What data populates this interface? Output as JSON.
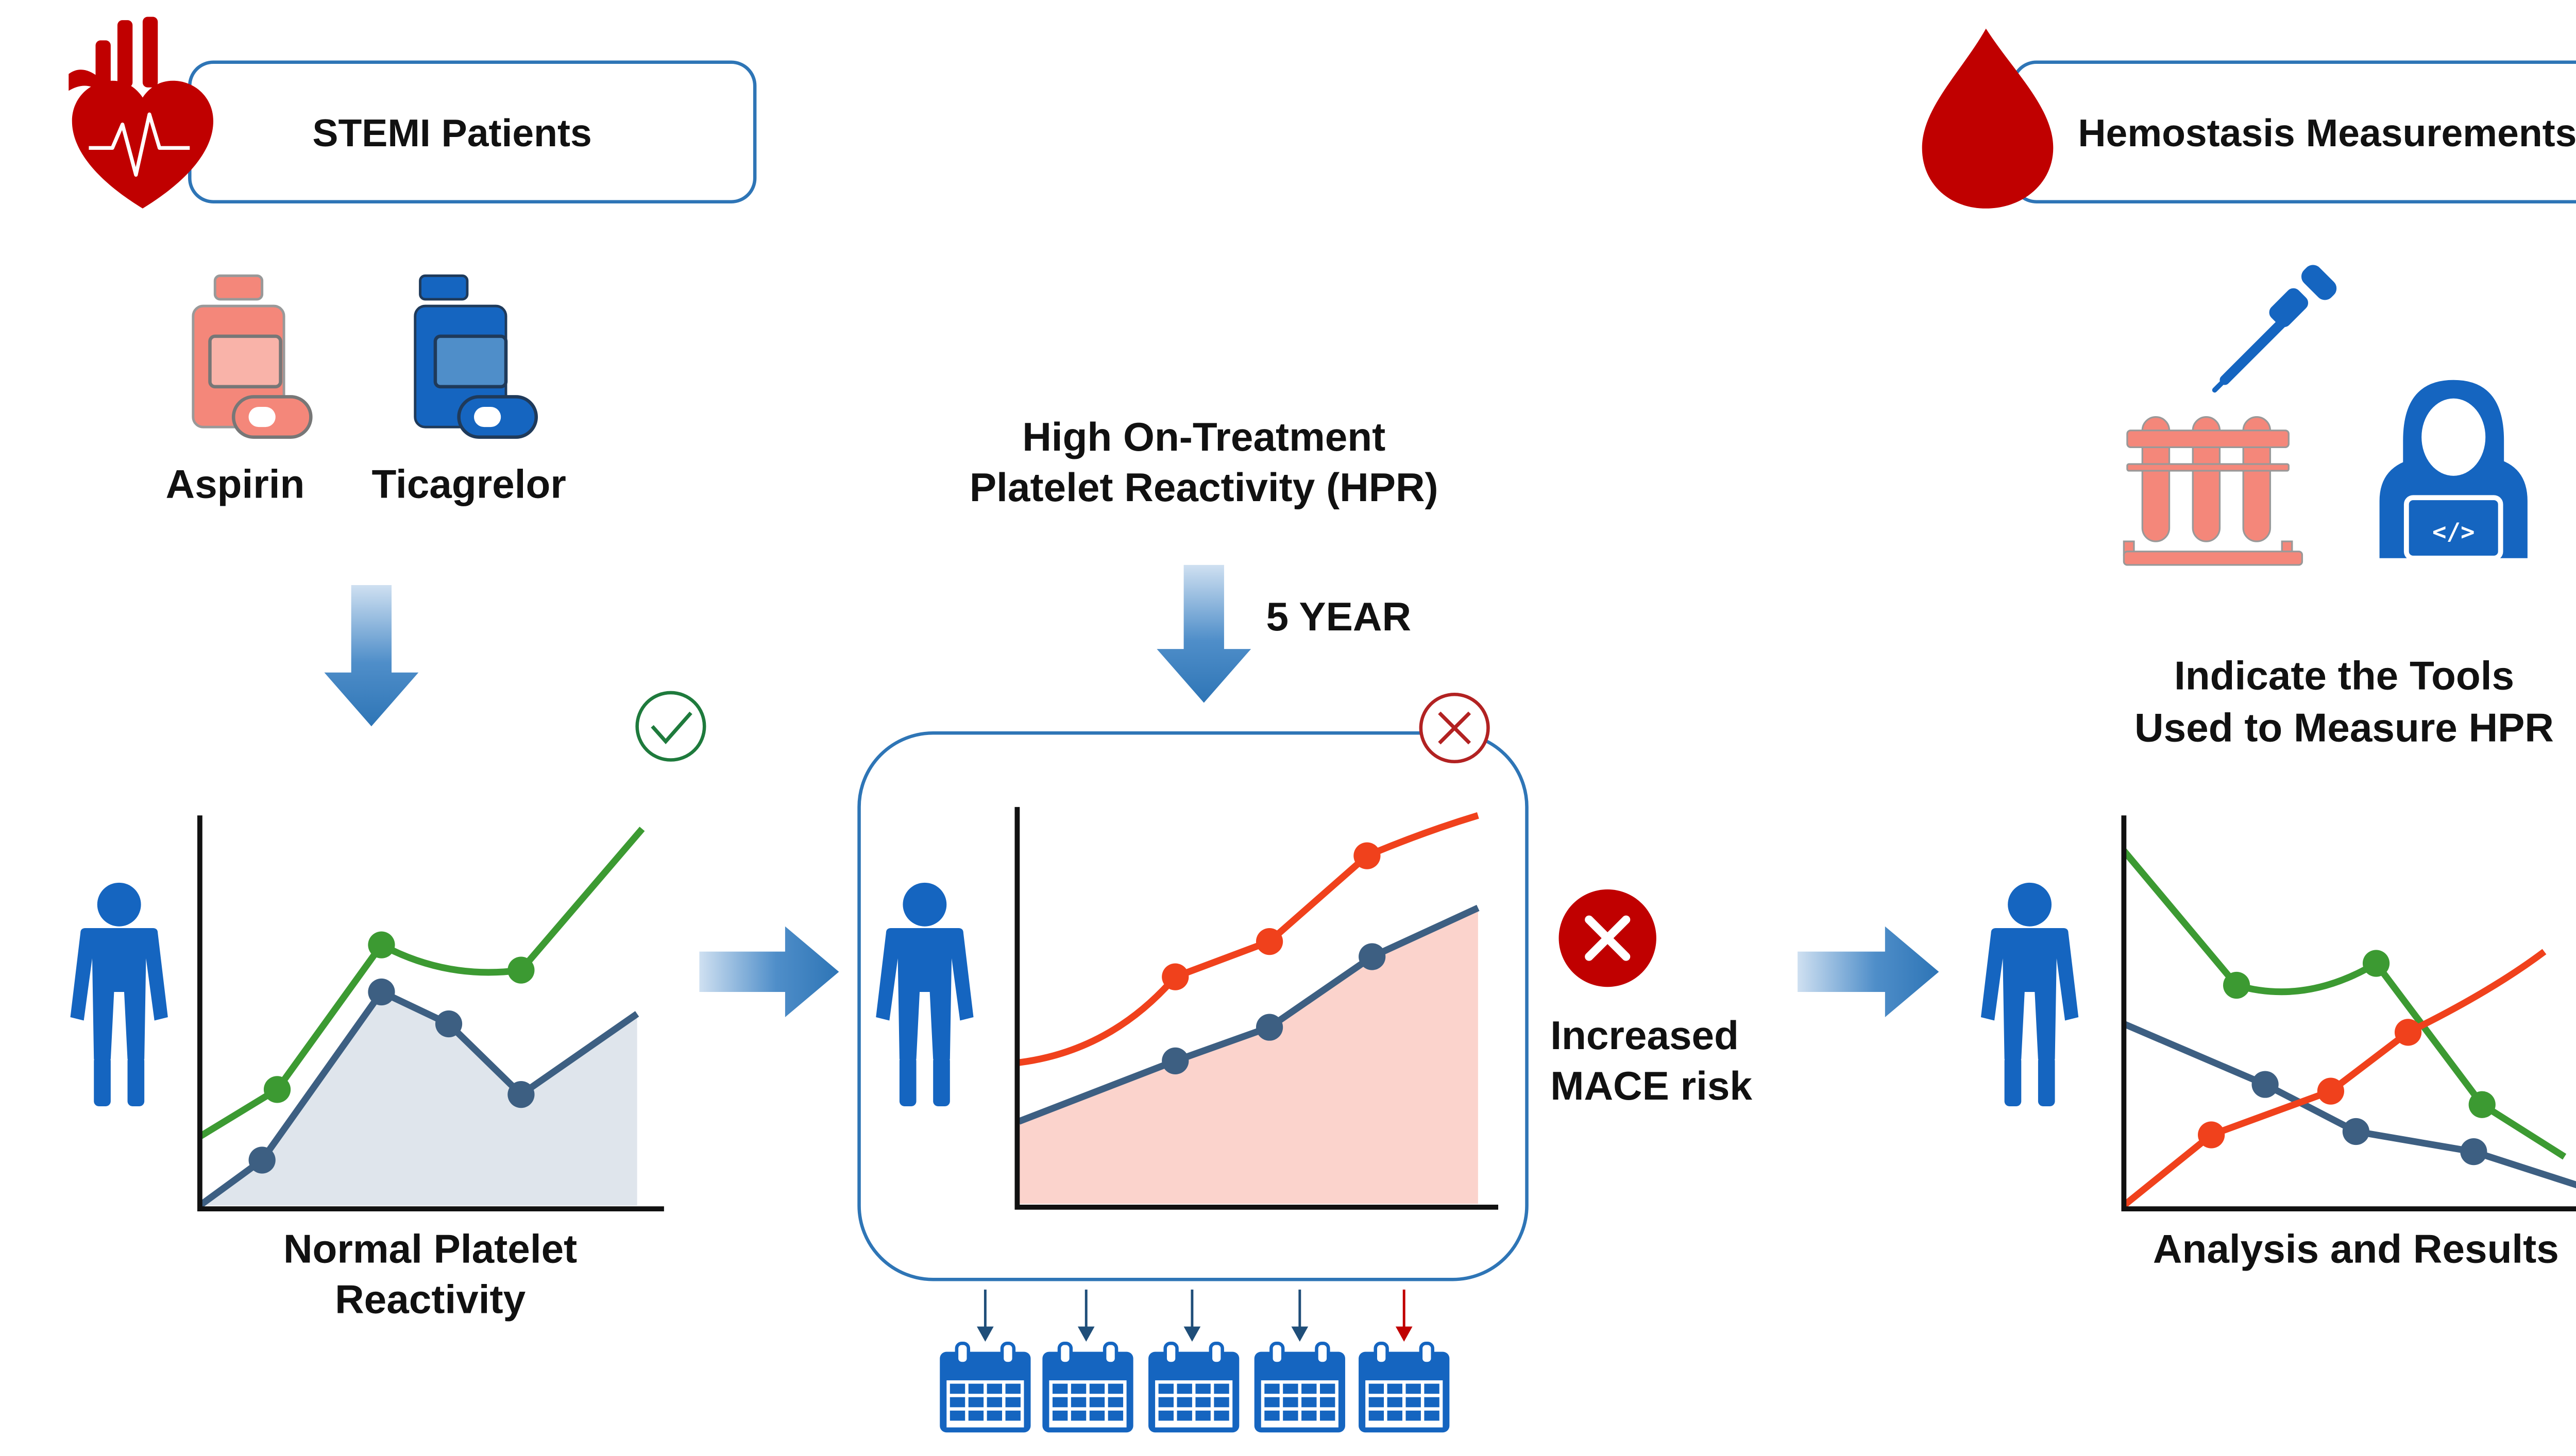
{
  "header": {
    "stemi_label": "STEMI Patients",
    "hemostasis_label": "Hemostasis Measurements"
  },
  "drugs": {
    "aspirin": "Aspirin",
    "ticagrelor": "Ticagrelor"
  },
  "hpr": {
    "title_line1": "High On-Treatment",
    "title_line2": "Platelet Reactivity (HPR)",
    "duration": "5 YEAR"
  },
  "tools": {
    "line1": "Indicate the Tools",
    "line2": "Used to Measure HPR"
  },
  "normal": {
    "line1": "Normal Platelet",
    "line2": "Reactivity"
  },
  "mace": {
    "line1": "Increased",
    "line2": "MACE risk"
  },
  "analysis": {
    "label": "Analysis and Results"
  },
  "colors": {
    "blue": "#1565c0",
    "red": "#c00000",
    "salmon": "#f4877a",
    "green": "#3c9a32",
    "orange": "#f0411c",
    "slate": "#3d5f82"
  },
  "icons": [
    "heart-icon",
    "blood-drop-icon",
    "pill-bottle-icon",
    "dropper-icon",
    "test-tubes-icon",
    "technician-icon",
    "person-icon",
    "check-icon",
    "cross-icon",
    "calendar-icon",
    "arrow-icon"
  ]
}
